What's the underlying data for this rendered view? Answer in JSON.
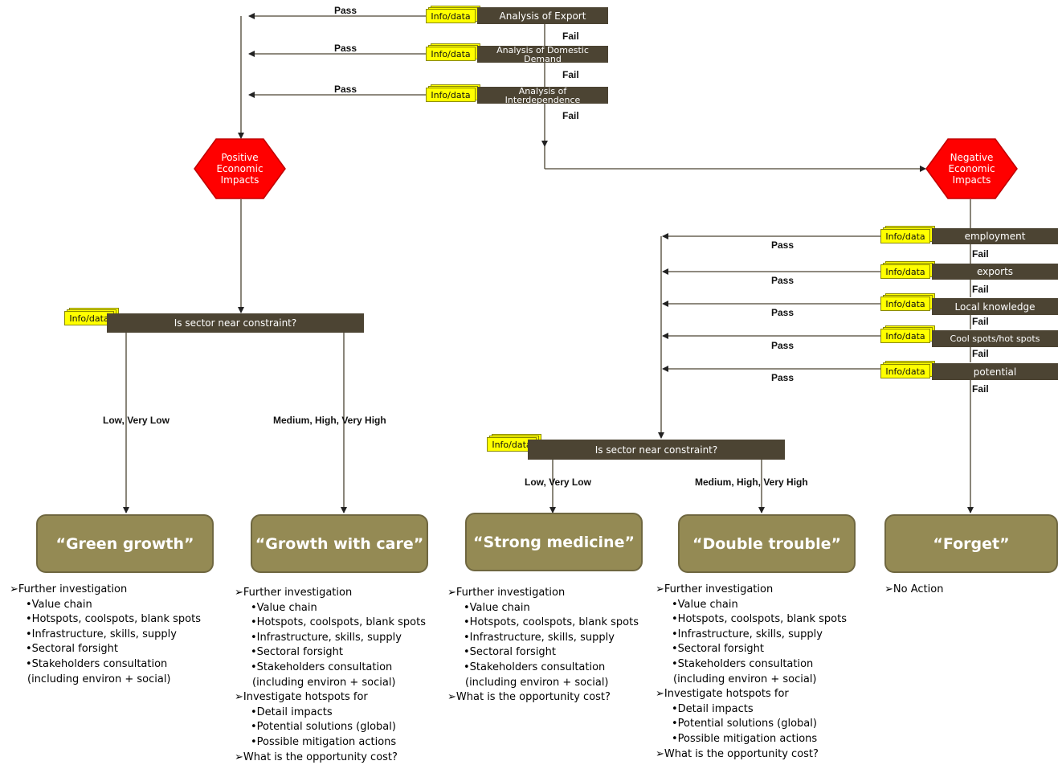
{
  "top_tests": [
    {
      "label": "Analysis of Export",
      "info": "Info/data",
      "pass": "Pass",
      "fail": "Fail"
    },
    {
      "label": "Analysis of Domestic Demand",
      "info": "Info/data",
      "pass": "Pass",
      "fail": "Fail"
    },
    {
      "label": "Analysis of Interdependence",
      "info": "Info/data",
      "pass": "Pass",
      "fail": "Fail"
    }
  ],
  "positive_hex": {
    "label": "Positive Economic Impacts",
    "color": "#ff0000"
  },
  "negative_hex": {
    "label": "Negative Economic Impacts",
    "color": "#ff0000"
  },
  "left_constraint": {
    "label": "Is sector near constraint?",
    "info": "Info/data",
    "low_label": "Low, Very Low",
    "high_label": "Medium, High, Very High"
  },
  "right_tests": [
    {
      "label": "employment",
      "info": "Info/data",
      "pass": "Pass",
      "fail": "Fail"
    },
    {
      "label": "exports",
      "info": "Info/data",
      "pass": "Pass",
      "fail": "Fail"
    },
    {
      "label": "Local knowledge",
      "info": "Info/data",
      "pass": "Pass",
      "fail": "Fail"
    },
    {
      "label": "Cool spots/hot spots",
      "info": "Info/data",
      "pass": "Pass",
      "fail": "Fail"
    },
    {
      "label": "potential",
      "info": "Info/data",
      "pass": "Pass",
      "fail": "Fail"
    }
  ],
  "right_constraint": {
    "label": "Is sector near constraint?",
    "info": "Info/data",
    "low_label": "Low, Very Low",
    "high_label": "Medium, High, Very High"
  },
  "outcomes": [
    {
      "label": "“Green growth”",
      "notes": [
        {
          "level": 1,
          "text": "Further investigation"
        },
        {
          "level": 2,
          "text": "Value chain"
        },
        {
          "level": 2,
          "text": "Hotspots, coolspots, blank spots"
        },
        {
          "level": 2,
          "text": "Infrastructure, skills, supply"
        },
        {
          "level": 2,
          "text": "Sectoral forsight"
        },
        {
          "level": 2,
          "text": "Stakeholders consultation"
        },
        {
          "level": 3,
          "text": "(including environ + social)"
        }
      ]
    },
    {
      "label": "“Growth with care”",
      "notes": [
        {
          "level": 1,
          "text": "Further investigation"
        },
        {
          "level": 2,
          "text": "Value chain"
        },
        {
          "level": 2,
          "text": "Hotspots, coolspots, blank spots"
        },
        {
          "level": 2,
          "text": "Infrastructure, skills, supply"
        },
        {
          "level": 2,
          "text": "Sectoral forsight"
        },
        {
          "level": 2,
          "text": "Stakeholders consultation"
        },
        {
          "level": 3,
          "text": "(including environ + social)"
        },
        {
          "level": 1,
          "text": "Investigate hotspots for"
        },
        {
          "level": 2,
          "text": "Detail impacts"
        },
        {
          "level": 2,
          "text": "Potential solutions (global)"
        },
        {
          "level": 2,
          "text": "Possible mitigation actions"
        },
        {
          "level": 1,
          "text": "What is the opportunity cost?"
        }
      ]
    },
    {
      "label": "“Strong medicine”",
      "notes": [
        {
          "level": 1,
          "text": "Further investigation"
        },
        {
          "level": 2,
          "text": "Value chain"
        },
        {
          "level": 2,
          "text": "Hotspots, coolspots, blank spots"
        },
        {
          "level": 2,
          "text": "Infrastructure, skills, supply"
        },
        {
          "level": 2,
          "text": "Sectoral forsight"
        },
        {
          "level": 2,
          "text": "Stakeholders consultation"
        },
        {
          "level": 3,
          "text": "(including environ + social)"
        },
        {
          "level": 1,
          "text": "What is the opportunity cost?"
        }
      ]
    },
    {
      "label": "“Double trouble”",
      "notes": [
        {
          "level": 1,
          "text": "Further investigation"
        },
        {
          "level": 2,
          "text": "Value chain"
        },
        {
          "level": 2,
          "text": "Hotspots, coolspots, blank spots"
        },
        {
          "level": 2,
          "text": "Infrastructure, skills, supply"
        },
        {
          "level": 2,
          "text": "Sectoral forsight"
        },
        {
          "level": 2,
          "text": "Stakeholders consultation"
        },
        {
          "level": 3,
          "text": "(including environ + social)"
        },
        {
          "level": 1,
          "text": "Investigate hotspots for"
        },
        {
          "level": 2,
          "text": "Detail impacts"
        },
        {
          "level": 2,
          "text": "Potential solutions (global)"
        },
        {
          "level": 2,
          "text": "Possible mitigation actions"
        },
        {
          "level": 1,
          "text": "What is the opportunity cost?"
        }
      ]
    },
    {
      "label": "“Forget”",
      "notes": [
        {
          "level": 1,
          "text": "No Action"
        }
      ]
    }
  ],
  "colors": {
    "bar": "#4c4433",
    "info": "#ffff00",
    "outcome": "#948a54",
    "hexagon": "#ff0000",
    "line": "#4c4433"
  }
}
